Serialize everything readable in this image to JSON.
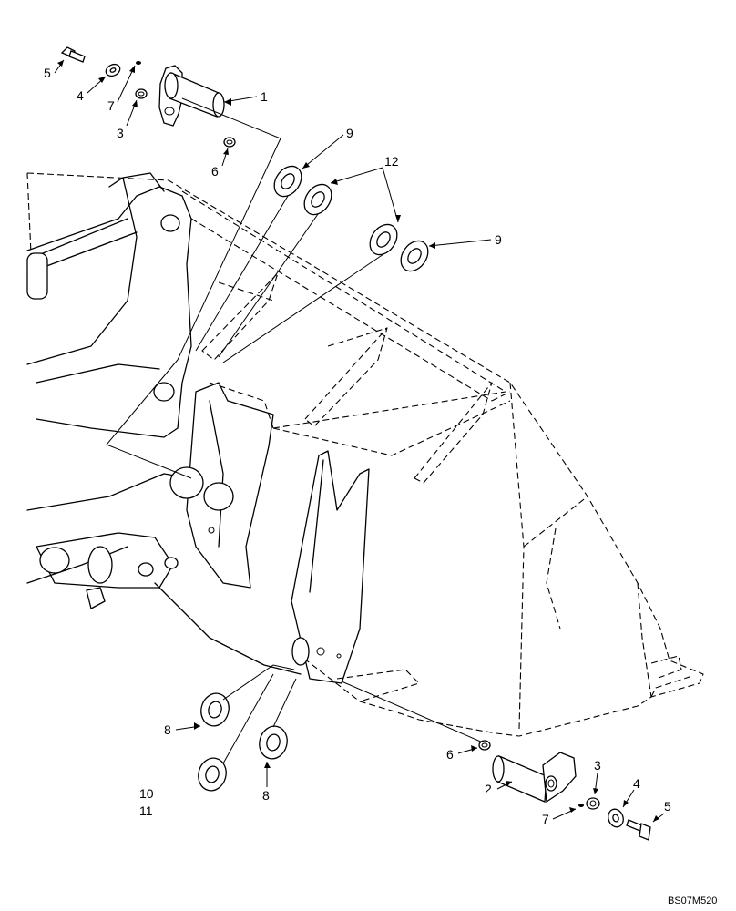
{
  "callouts": {
    "pin_top": "1",
    "pin_bottom": "2",
    "nut_top": "3",
    "nut_bottom": "3",
    "washer_top": "4",
    "washer_bottom": "4",
    "bolt_top": "5",
    "bolt_bottom": "5",
    "fitting_top": "6",
    "fitting_bottom": "6",
    "grease_top": "7",
    "grease_bottom": "7",
    "shim_left_upper": "8",
    "shim_left_lower": "8",
    "shim_right_top": "9",
    "shim_right_mid": "9",
    "shim_pair_a": "10",
    "shim_pair_b": "11",
    "shim_pair_top": "12"
  },
  "drawing_code": "BS07M520",
  "icons": {
    "pin": "pin-icon",
    "washer": "washer-icon",
    "bolt": "bolt-icon",
    "nut": "nut-icon",
    "grease_fitting": "grease-fitting-icon",
    "shim": "shim-icon"
  },
  "colors": {
    "ink": "#000000",
    "paper": "#ffffff"
  }
}
